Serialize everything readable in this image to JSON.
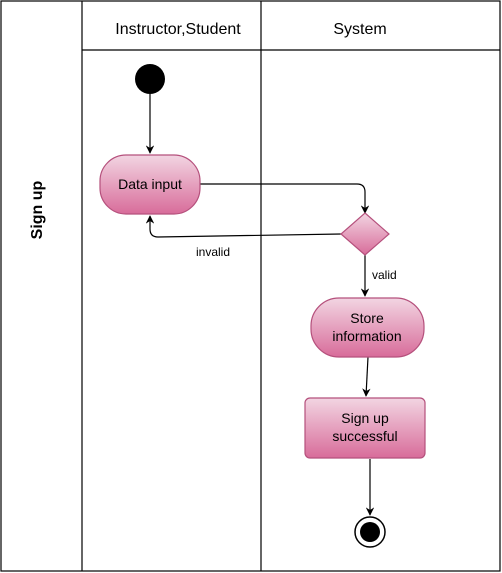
{
  "swimlane": {
    "pool_label": "Sign up",
    "lanes": [
      {
        "title": "Instructor,Student"
      },
      {
        "title": "System"
      }
    ]
  },
  "nodes": {
    "data_input": "Data input",
    "store_information": [
      "Store",
      "information"
    ],
    "sign_up_successful": [
      "Sign up",
      "successful"
    ]
  },
  "edges": {
    "invalid": "invalid",
    "valid": "valid"
  },
  "colors": {
    "node_fill_top": "#f2d5e2",
    "node_fill_bottom": "#d86c9a",
    "node_stroke": "#b5507c",
    "line": "#000000"
  }
}
